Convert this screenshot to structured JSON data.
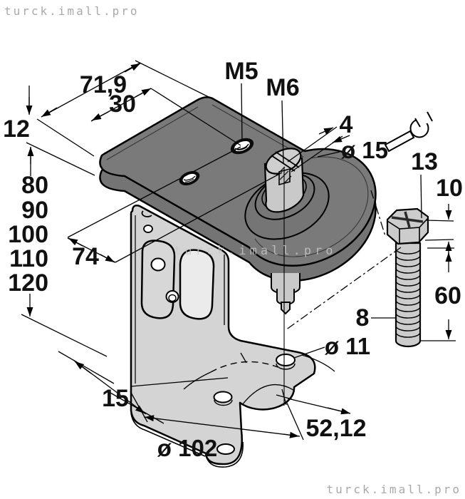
{
  "drawing": {
    "watermark": "turck.imall.pro",
    "labels": {
      "plate_length": "71,9",
      "hole_spacing": "30",
      "plate_thickness": "12",
      "height_options": [
        "80",
        "90",
        "100",
        "110",
        "120"
      ],
      "bracket_width": "74",
      "foot_edge": "15",
      "thread_m5": "M5",
      "thread_m6": "M6",
      "slot_depth": "4",
      "boss_diameter": "ø 15",
      "wrench_size": "13",
      "head_height": "10",
      "thread_length": "60",
      "rod_diameter": "8",
      "hole_diameter": "ø 11",
      "hole_offset": "52,12",
      "bolt_circle": "ø 102"
    },
    "colors": {
      "plate_gray": "#7a7a7a",
      "bracket_gray": "#d4d4d4",
      "metal_light": "#cbcbcb",
      "outline": "#000000",
      "watermark": "#a9a9a9",
      "background": "#ffffff"
    }
  }
}
